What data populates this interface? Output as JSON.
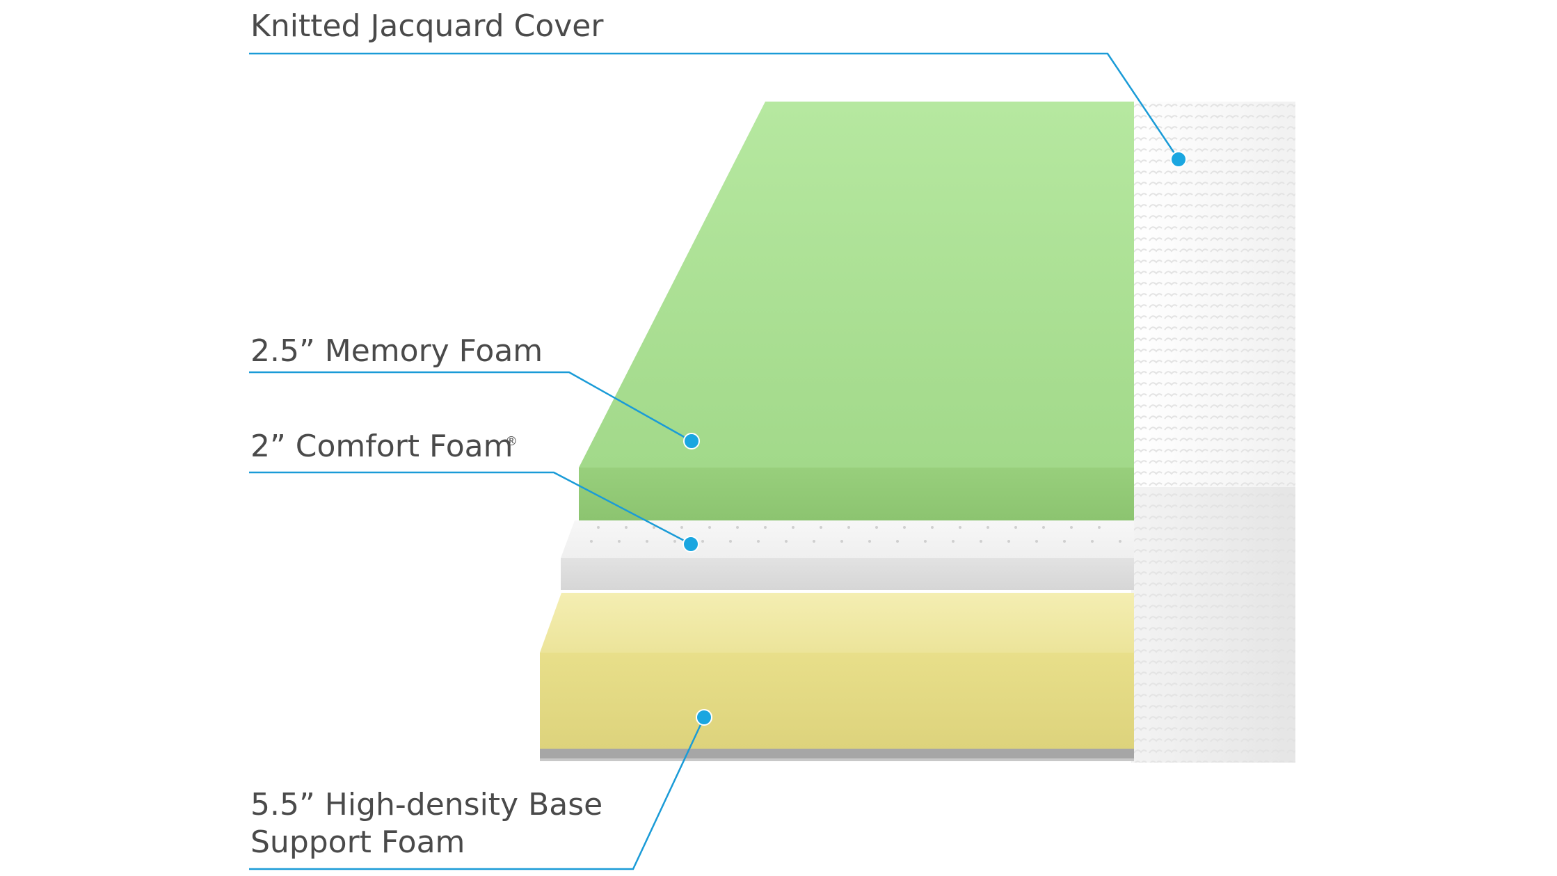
{
  "callouts": {
    "cover": {
      "label": "Knitted Jacquard Cover"
    },
    "memory_foam": {
      "label": "2.5” Memory Foam"
    },
    "comfort_foam": {
      "label": "2” Comfort Foam",
      "registered_mark": "®"
    },
    "base_foam": {
      "label_line1": "5.5” High-density Base",
      "label_line2": "Support Foam"
    }
  },
  "colors": {
    "leader_line": "#1a9bd7",
    "marker_dot": "#1aa6e0",
    "label_text": "#4a4a4a",
    "memory_foam": "#a8dd8c",
    "comfort_foam": "#ececec",
    "base_foam": "#ede59a",
    "cover": "#f6f6f6",
    "base_bottom": "#9c9c9c"
  }
}
